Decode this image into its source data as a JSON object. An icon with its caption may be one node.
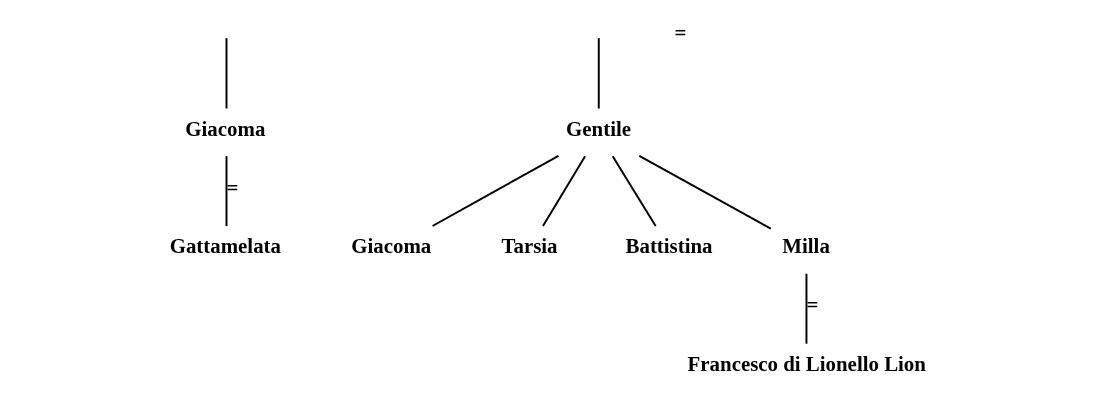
{
  "diagram": {
    "nodes": [
      {
        "text": [
          "Giacoma"
        ]
      },
      {
        "text": [
          "Gattamelata"
        ]
      },
      {
        "text": [
          "Gentile"
        ]
      },
      {
        "text": [
          "Giacoma"
        ]
      },
      {
        "text": [
          "Tarsia"
        ]
      },
      {
        "text": [
          "Battistina"
        ]
      },
      {
        "text": [
          "Milla"
        ]
      },
      {
        "text": [
          "Francesco di Lionello Lion"
        ]
      }
    ],
    "edges": [
      {
        "from": null,
        "to": 0,
        "arrow": "none"
      },
      {
        "from": null,
        "to": 2,
        "arrow": "none"
      },
      {
        "from": 0,
        "to": 1,
        "arrow": "none",
        "label": "="
      },
      {
        "from": 2,
        "to": 3,
        "arrow": "none"
      },
      {
        "from": 2,
        "to": 4,
        "arrow": "none"
      },
      {
        "from": 2,
        "to": 5,
        "arrow": "none"
      },
      {
        "from": 2,
        "to": 6,
        "arrow": "none"
      },
      {
        "from": 6,
        "to": 7,
        "arrow": "none",
        "label": "="
      }
    ],
    "labels": [
      "="
    ]
  }
}
